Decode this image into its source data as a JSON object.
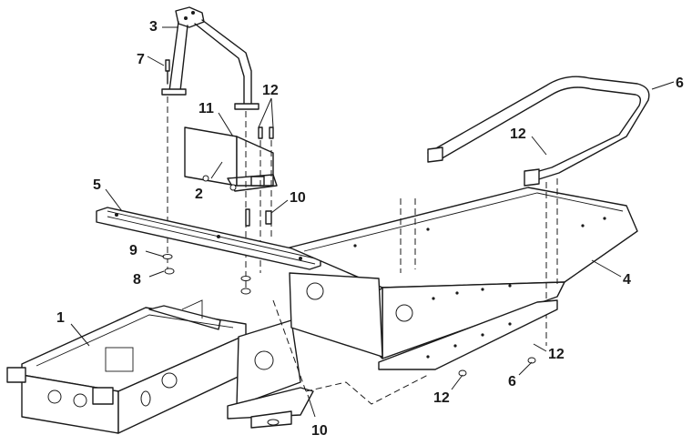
{
  "callouts": {
    "c1": "1",
    "c2": "2",
    "c3": "3",
    "c4": "4",
    "c5": "5",
    "c6a": "6",
    "c6b": "6",
    "c7": "7",
    "c8": "8",
    "c9": "9",
    "c10a": "10",
    "c10b": "10",
    "c11": "11",
    "c12a": "12",
    "c12b": "12",
    "c12c": "12",
    "c12d": "12"
  }
}
